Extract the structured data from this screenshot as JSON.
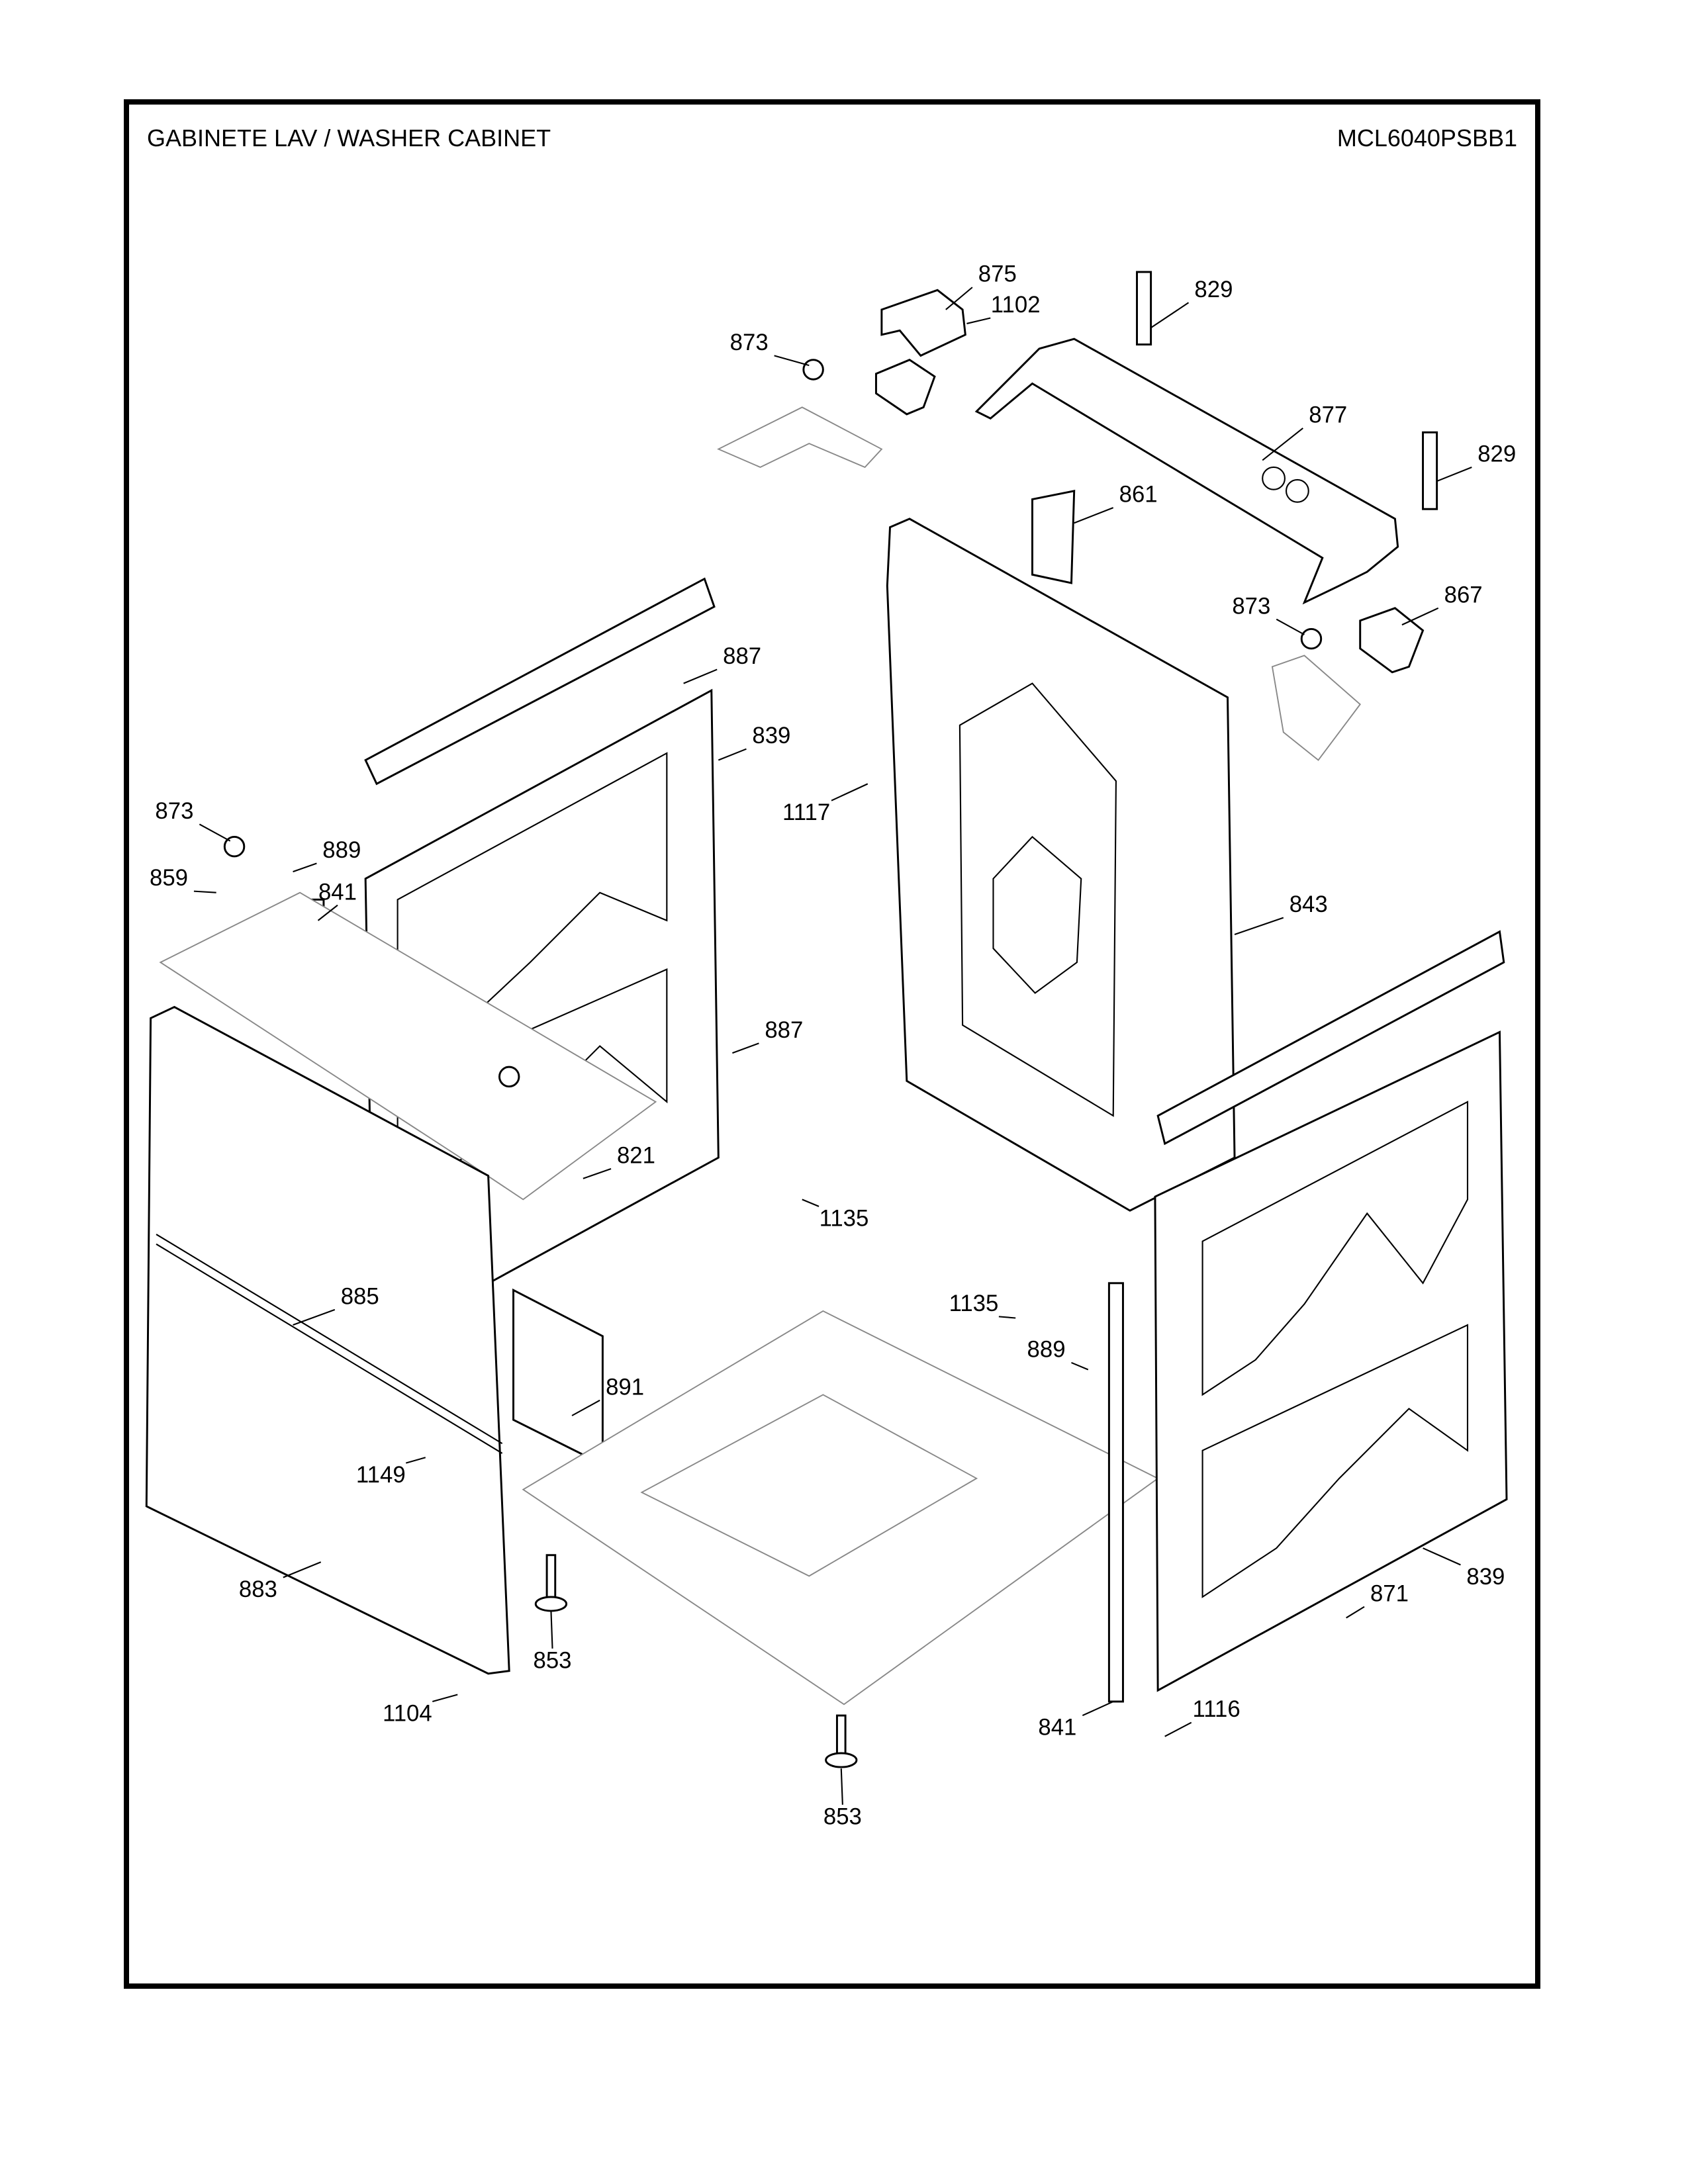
{
  "header": {
    "title": "GABINETE LAV / WASHER CABINET",
    "model": "MCL6040PSBB1"
  },
  "callouts": [
    "875",
    "1102",
    "829",
    "873",
    "877",
    "829",
    "861",
    "873",
    "867",
    "887",
    "839",
    "1117",
    "873",
    "889",
    "859",
    "841",
    "843",
    "887",
    "821",
    "1135",
    "885",
    "1135",
    "889",
    "891",
    "1149",
    "839",
    "871",
    "883",
    "853",
    "1104",
    "841",
    "1116",
    "853"
  ]
}
